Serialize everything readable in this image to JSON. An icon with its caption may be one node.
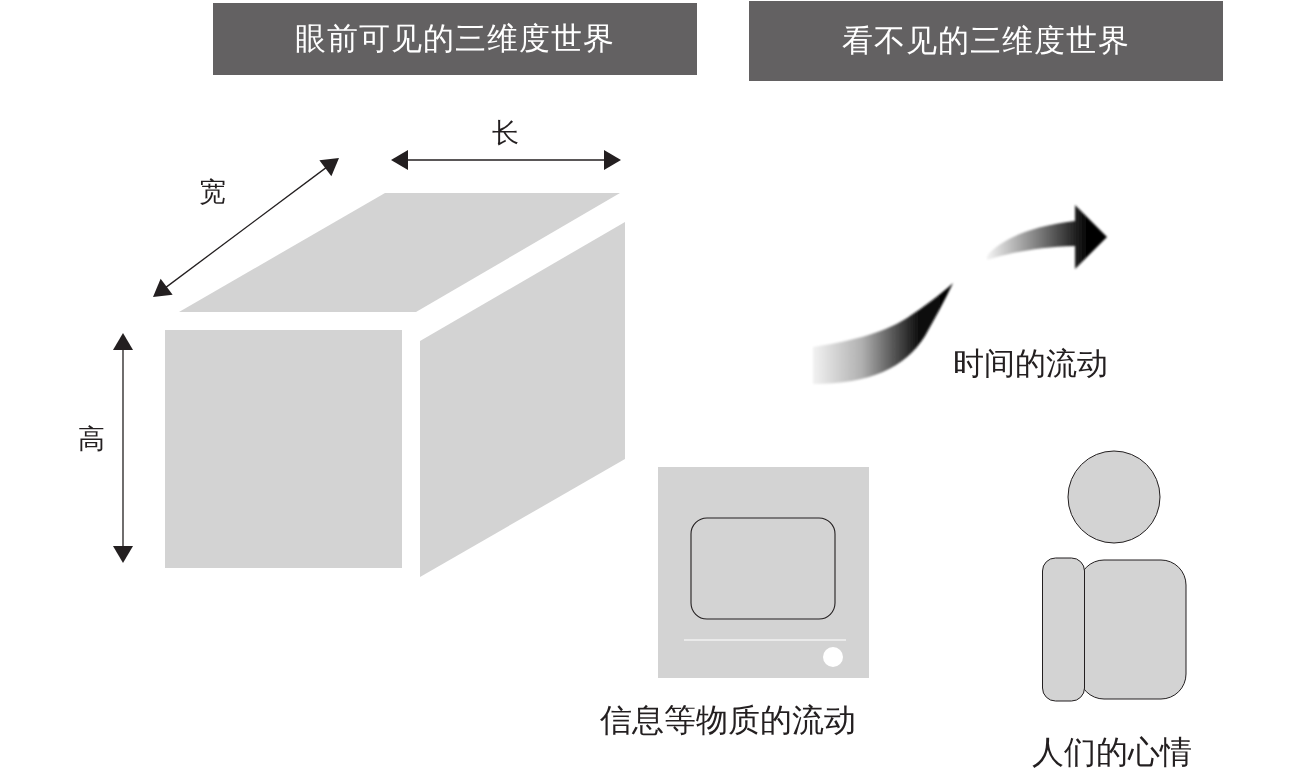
{
  "diagram": {
    "nodes": [
      {
        "text": [
          "眼前可见的三维度世界"
        ]
      },
      {
        "text": [
          "看不见的三维度世界"
        ]
      }
    ],
    "labels": [
      "长",
      "宽",
      "高",
      "时间的流动",
      "信息等物质的流动",
      "人们的心情"
    ]
  }
}
